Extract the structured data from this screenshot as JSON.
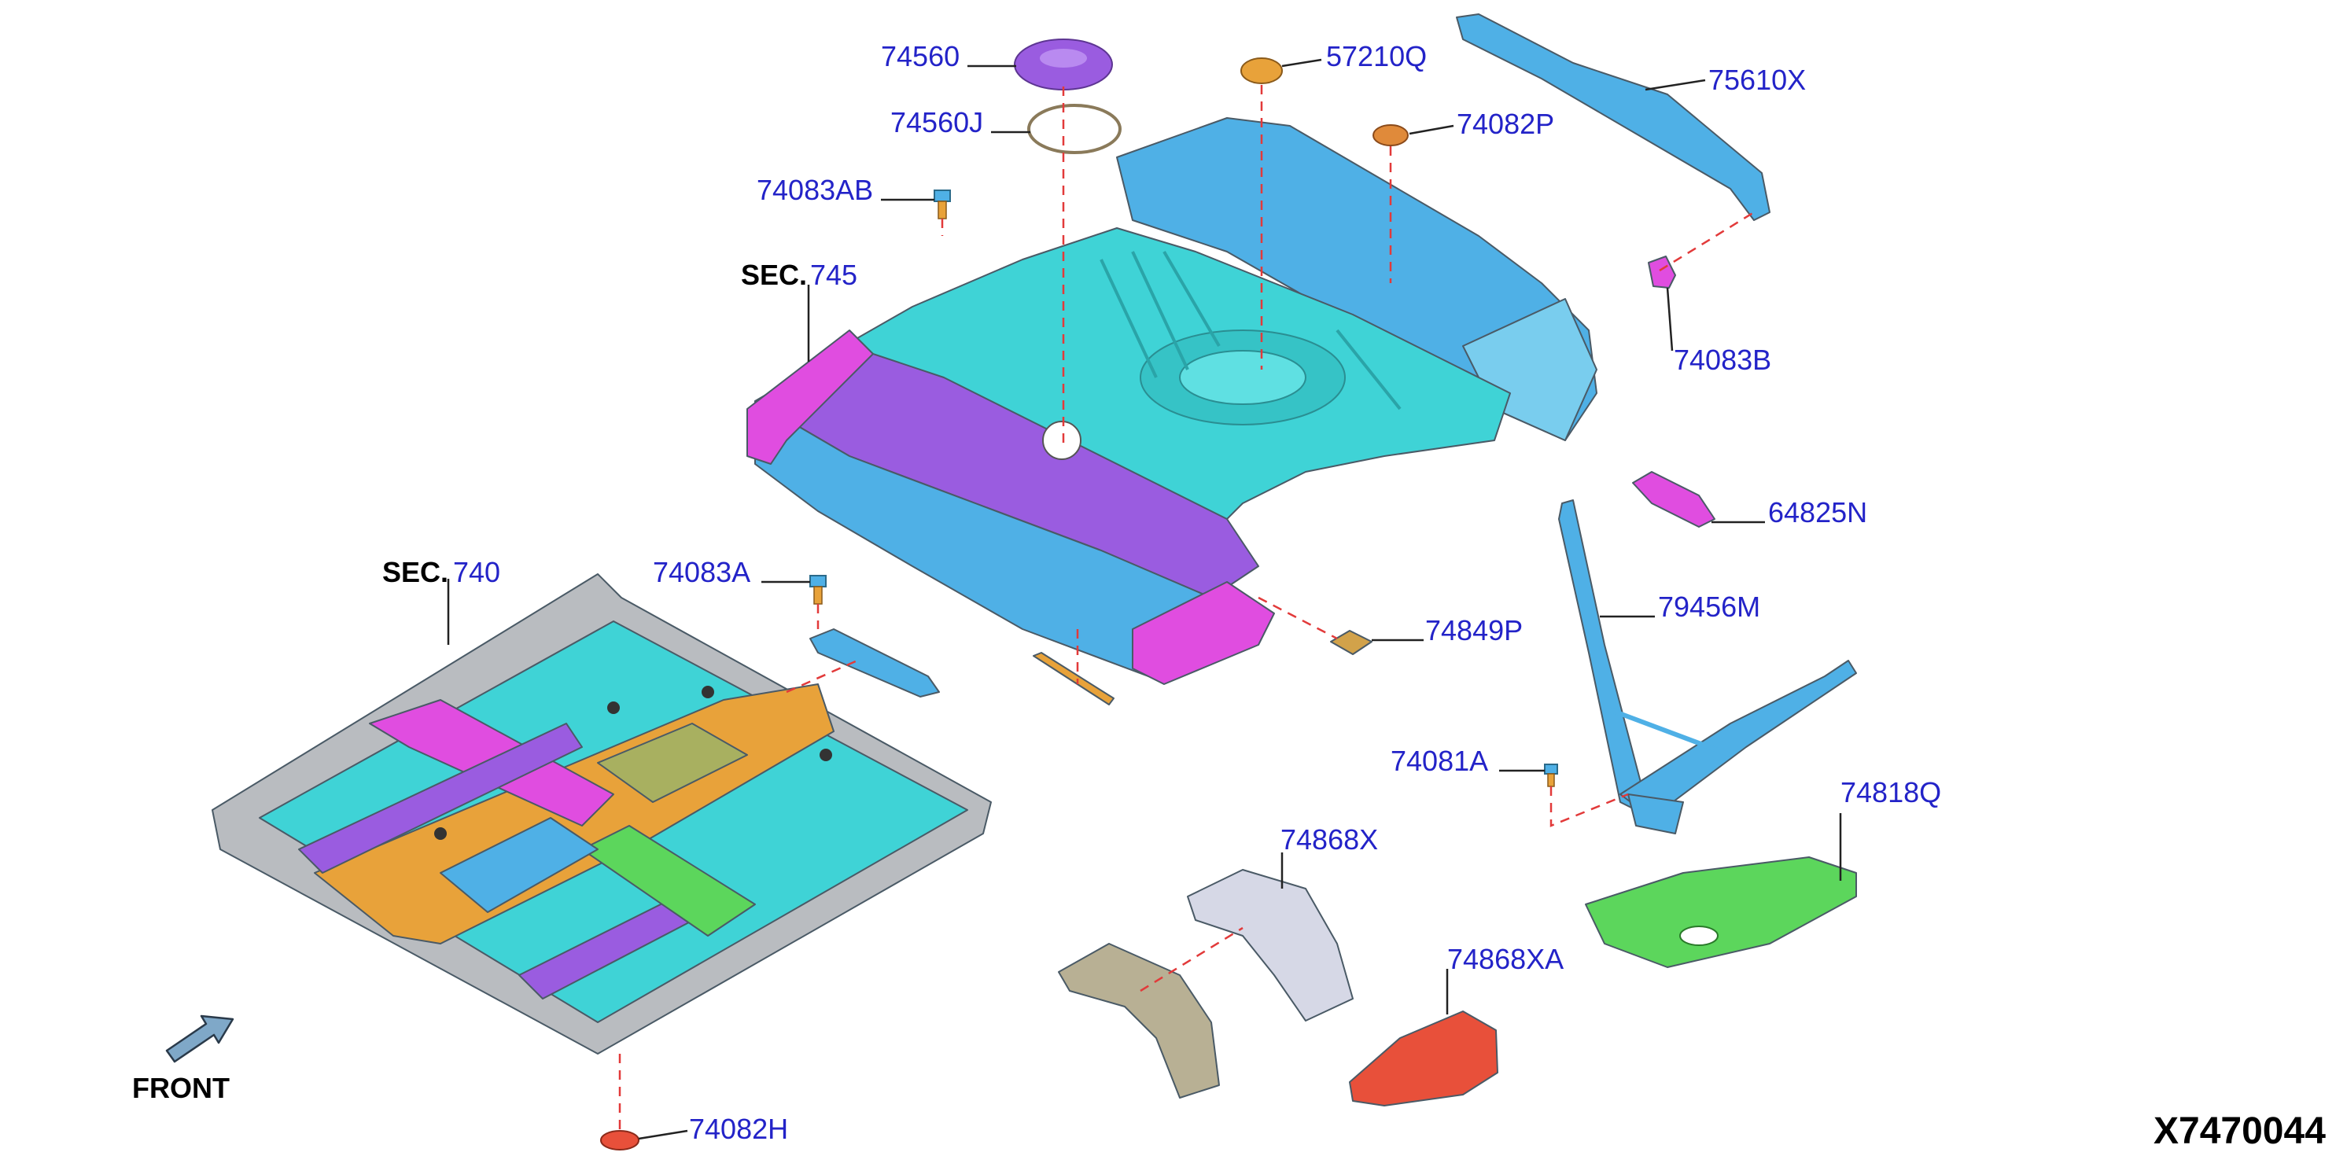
{
  "diagram_id": "X7470044",
  "front_label": "FRONT",
  "sections": [
    {
      "prefix": "SEC.",
      "number": "745"
    },
    {
      "prefix": "SEC.",
      "number": "740"
    }
  ],
  "callouts": [
    "74560",
    "57210Q",
    "75610X",
    "74560J",
    "74082P",
    "74083AB",
    "74083B",
    "64825N",
    "74083A",
    "79456M",
    "74849P",
    "74081A",
    "74818Q",
    "74868X",
    "74868XA",
    "74082H"
  ],
  "colors": {
    "label_blue": "#2323c8",
    "leader": "#222222",
    "dashed_line": "#e23a3a",
    "floor_cyan": "#3fd3d6",
    "panel_blue": "#4fb0e6",
    "purple": "#9a5ce0",
    "magenta": "#e04de0",
    "orange": "#e8a23a",
    "green": "#5cd65c",
    "gray": "#b9bcc0",
    "olive": "#b8b094",
    "red_panel": "#e8503a"
  }
}
